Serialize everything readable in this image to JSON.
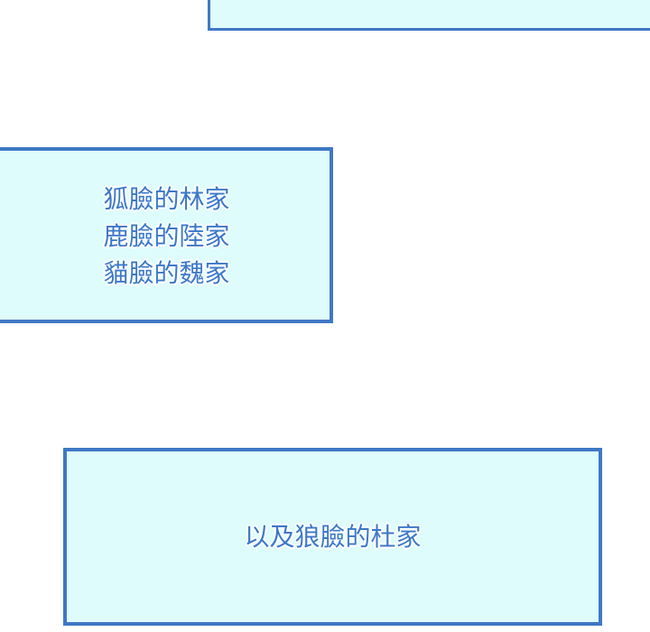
{
  "panels": [
    {
      "lines": []
    },
    {
      "lines": [
        "狐臉的林家",
        "鹿臉的陸家",
        "貓臉的魏家"
      ]
    },
    {
      "lines": [
        "以及狼臉的杜家"
      ]
    }
  ]
}
